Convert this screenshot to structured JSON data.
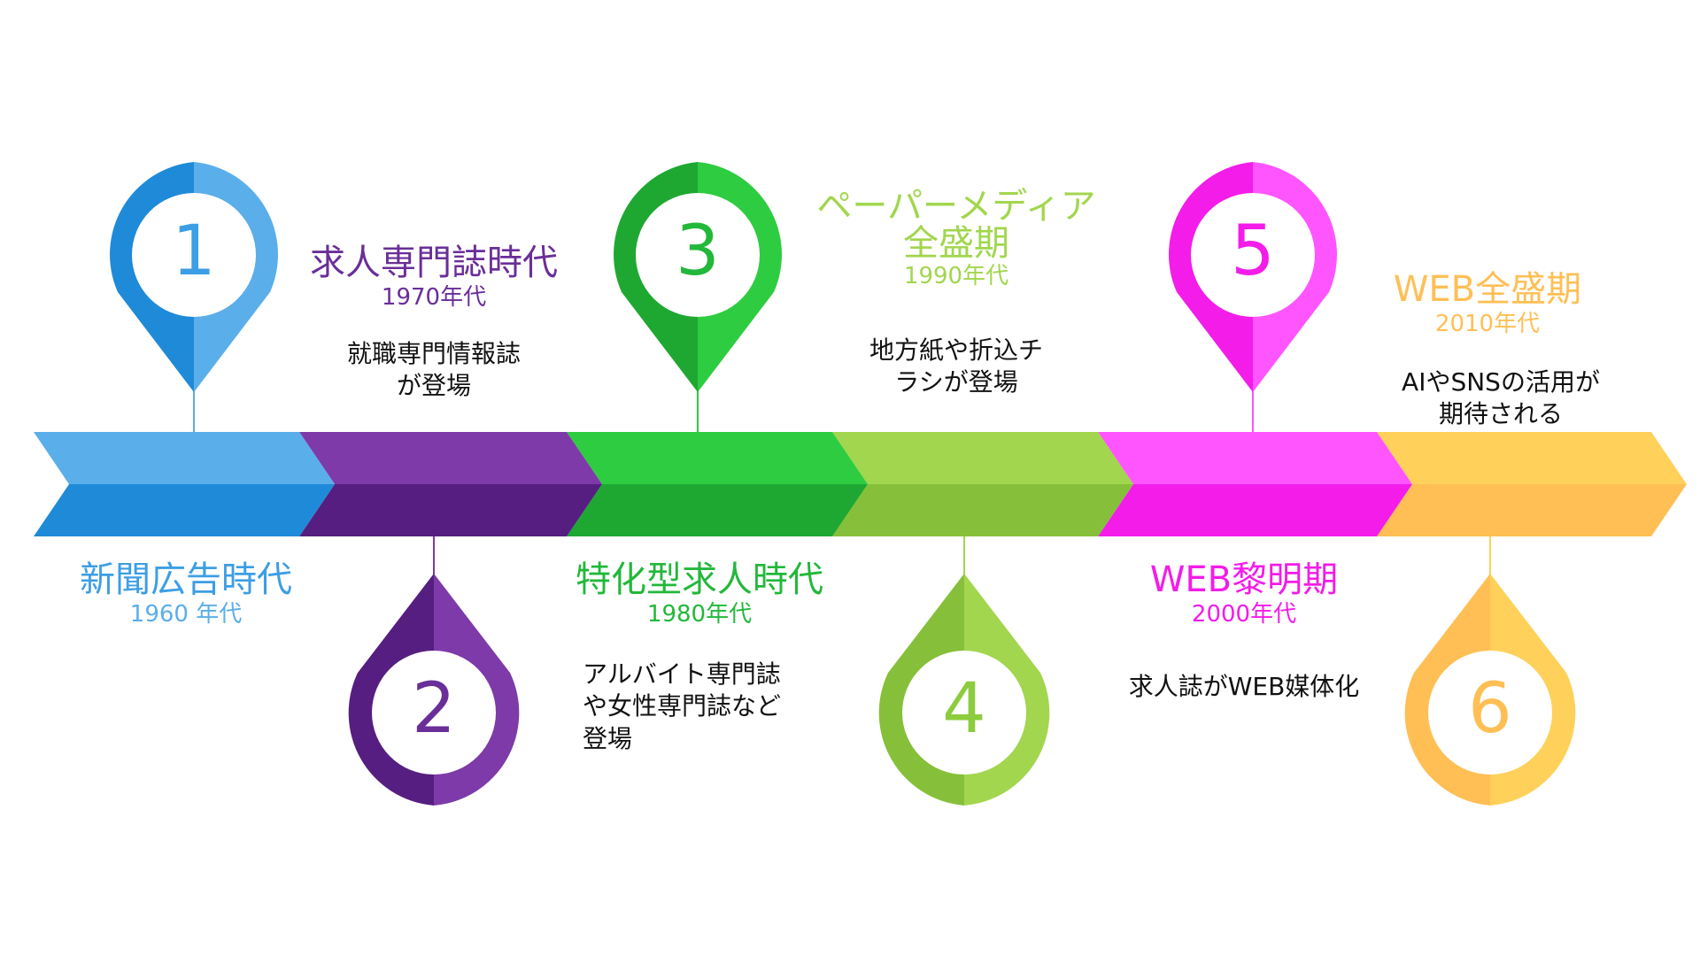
{
  "colors": {
    "e1": {
      "light": "#5aaeea",
      "dark": "#1f8ad8"
    },
    "e2": {
      "light": "#7d3aa8",
      "dark": "#561e80"
    },
    "e3": {
      "light": "#2ecc40",
      "dark": "#1ea832"
    },
    "e4": {
      "light": "#a2d64e",
      "dark": "#86c03a"
    },
    "e5": {
      "light": "#ff55ff",
      "dark": "#f31ce9"
    },
    "e6": {
      "light": "#ffd15a",
      "dark": "#ffbf55"
    }
  },
  "eras": [
    {
      "num": "1",
      "title": "新聞広告時代",
      "year": "1960 年代",
      "desc": []
    },
    {
      "num": "2",
      "title": "求人専門誌時代",
      "year": "1970年代",
      "desc": [
        "就職専門情報誌",
        "が登場"
      ]
    },
    {
      "num": "3",
      "title": "特化型求人時代",
      "year": "1980年代",
      "desc": [
        "アルバイト専門誌",
        "や女性専門誌など",
        "登場"
      ]
    },
    {
      "num": "4",
      "title_lines": [
        "ペーパーメディア",
        "全盛期"
      ],
      "year": "1990年代",
      "desc": [
        "地方紙や折込チ",
        "ラシが登場"
      ]
    },
    {
      "num": "5",
      "title": "WEB黎明期",
      "year": "2000年代",
      "desc": [
        "求人誌がWEB媒体化"
      ]
    },
    {
      "num": "6",
      "title": "WEB全盛期",
      "year": "2010年代",
      "desc": [
        "AIやSNSの活用が",
        "期待される"
      ]
    }
  ]
}
